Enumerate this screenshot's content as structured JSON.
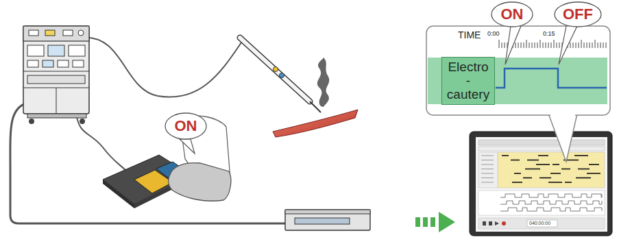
{
  "diagram": {
    "nodes": [
      {
        "text": [
          "ON"
        ]
      },
      {
        "text": [
          "ON"
        ]
      },
      {
        "text": [
          "OFF"
        ]
      },
      {
        "text": [
          "Electro -cautery"
        ]
      }
    ],
    "labels": [
      "TIME",
      "0:00",
      "0:15",
      "040:00:00"
    ]
  }
}
